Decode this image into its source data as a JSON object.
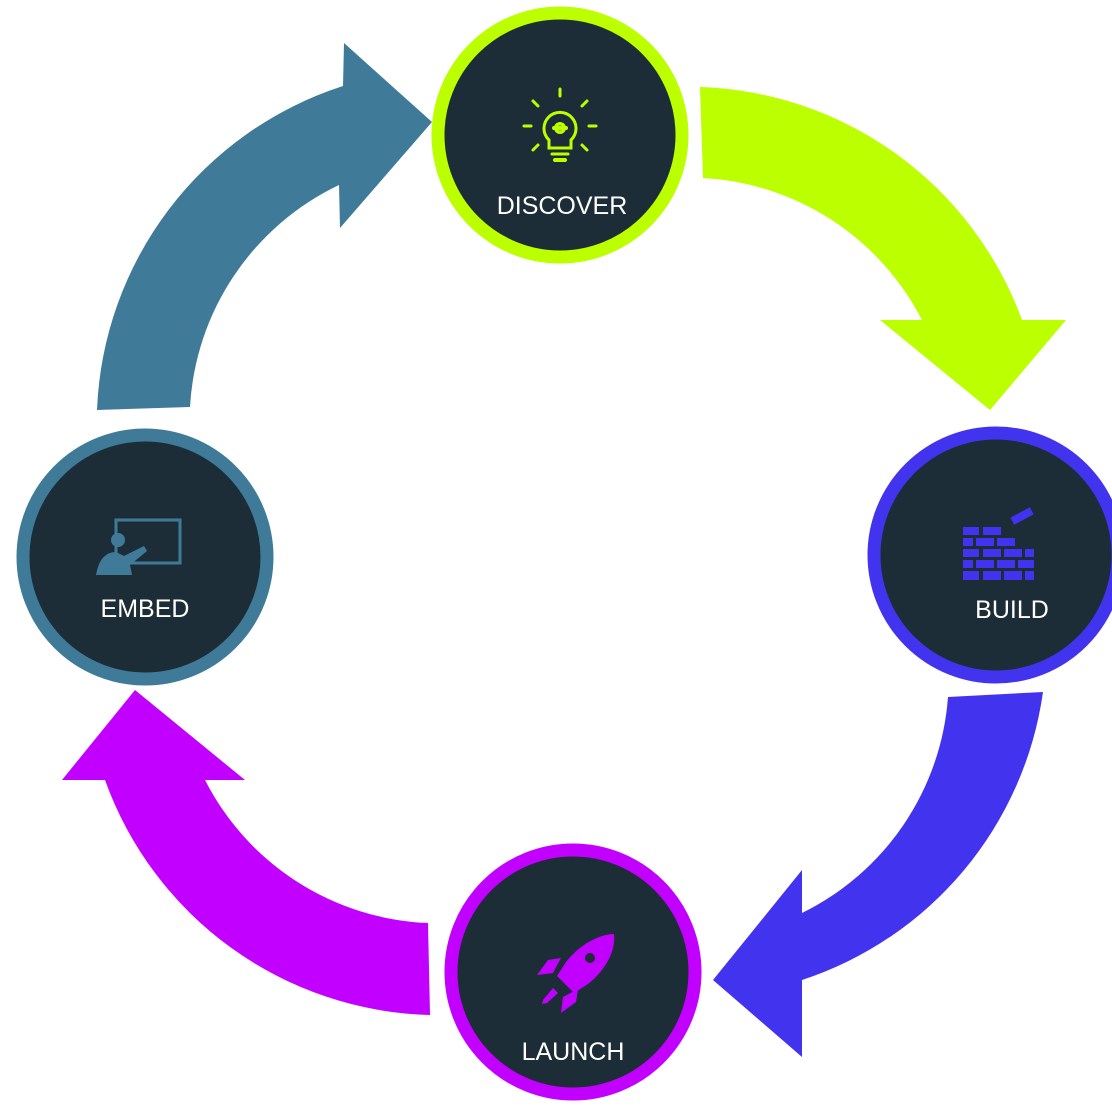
{
  "colors": {
    "background": "#ffffff",
    "node_fill": "#1d2d38",
    "discover": "#bbff00",
    "build": "#4233ee",
    "launch": "#c200ff",
    "embed": "#3f7b99",
    "label_text": "#ffffff"
  },
  "nodes": [
    {
      "id": "discover",
      "label": "DISCOVER",
      "icon": "lightbulb-gear-icon"
    },
    {
      "id": "build",
      "label": "BUILD",
      "icon": "brick-wall-icon"
    },
    {
      "id": "launch",
      "label": "LAUNCH",
      "icon": "rocket-icon"
    },
    {
      "id": "embed",
      "label": "EMBED",
      "icon": "presenter-board-icon"
    }
  ],
  "edges": [
    {
      "from": "discover",
      "to": "build"
    },
    {
      "from": "build",
      "to": "launch"
    },
    {
      "from": "launch",
      "to": "embed"
    },
    {
      "from": "embed",
      "to": "discover"
    }
  ]
}
